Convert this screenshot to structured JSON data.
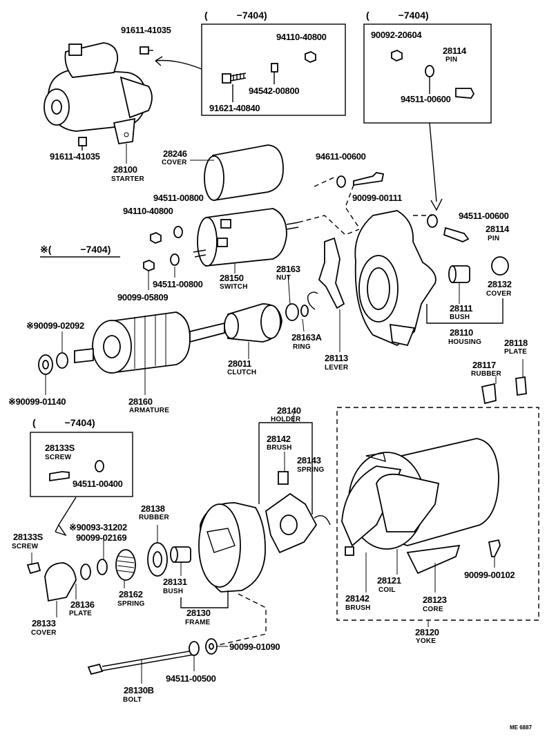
{
  "boxes": {
    "top_middle_header": "(　　　−7404)",
    "top_right_header": "(　　　−7404)",
    "mid_left_header": "(　　　−7404)",
    "yoke_note": "※(　　　−7404)"
  },
  "labels": {
    "p91611_top": "91611-41035",
    "p91611_bottom": "91611-41035",
    "p28100": "28100",
    "starter": "STARTER",
    "p94110_box": "94110-40800",
    "p94542": "94542-00800",
    "p91621": "91621-40840",
    "p90092": "90092-20604",
    "p28114_box": "28114",
    "pin_box": "PIN",
    "p94511_box": "94511-00600",
    "p28246": "28246",
    "cover1": "COVER",
    "p94611_top": "94611-00600",
    "p90099_00111": "90099-00111",
    "p94511_08_a": "94511-00800",
    "p94110_main": "94110-40800",
    "p94511_06_right": "94511-00600",
    "p28114_main": "28114",
    "pin_main": "PIN",
    "p94511_08_b": "94511-00800",
    "p90099_05809": "90099-05809",
    "p28150": "28150",
    "switch": "SWITCH",
    "p28163": "28163",
    "nut": "NUT",
    "p28163A": "28163A",
    "ring": "RING",
    "p28113": "28113",
    "lever": "LEVER",
    "p28111": "28111",
    "bush1": "BUSH",
    "p28110": "28110",
    "housing": "HOUSING",
    "p28132": "28132",
    "cover2": "COVER",
    "p90099_02092": "※90099-02092",
    "p90099_01140": "※90099-01140",
    "p28160": "28160",
    "armature": "ARMATURE",
    "p28011": "28011",
    "clutch": "CLUTCH",
    "p28118": "28118",
    "plate1": "PLATE",
    "p28117": "28117",
    "rubber1": "RUBBER",
    "p28140": "28140",
    "holder": "HOLDER",
    "p28142_a": "28142",
    "brush_a": "BRUSH",
    "p28143": "28143",
    "spring1": "SPRING",
    "p28133S_box": "28133S",
    "screw_box": "SCREW",
    "p94511_04": "94511-00400",
    "p90093": "※90093-31202",
    "p90099_02169": "90099-02169",
    "p28138": "28138",
    "rubber2": "RUBBER",
    "p28133S": "28133S",
    "screw": "SCREW",
    "p28136": "28136",
    "plate2": "PLATE",
    "p28162": "28162",
    "spring2": "SPRING",
    "p28131": "28131",
    "bush2": "BUSH",
    "p28130": "28130",
    "frame": "FRAME",
    "p28133": "28133",
    "cover3": "COVER",
    "p28121": "28121",
    "coil": "COIL",
    "p28142_b": "28142",
    "brush_b": "BRUSH",
    "p28123": "28123",
    "core": "CORE",
    "p90099_00102": "90099-00102",
    "p28120": "28120",
    "yoke": "YOKE",
    "p90099_01090": "90099-01090",
    "p94511_05": "94511-00500",
    "p28130B": "28130B",
    "bolt": "BOLT",
    "code": "ME 6887"
  }
}
